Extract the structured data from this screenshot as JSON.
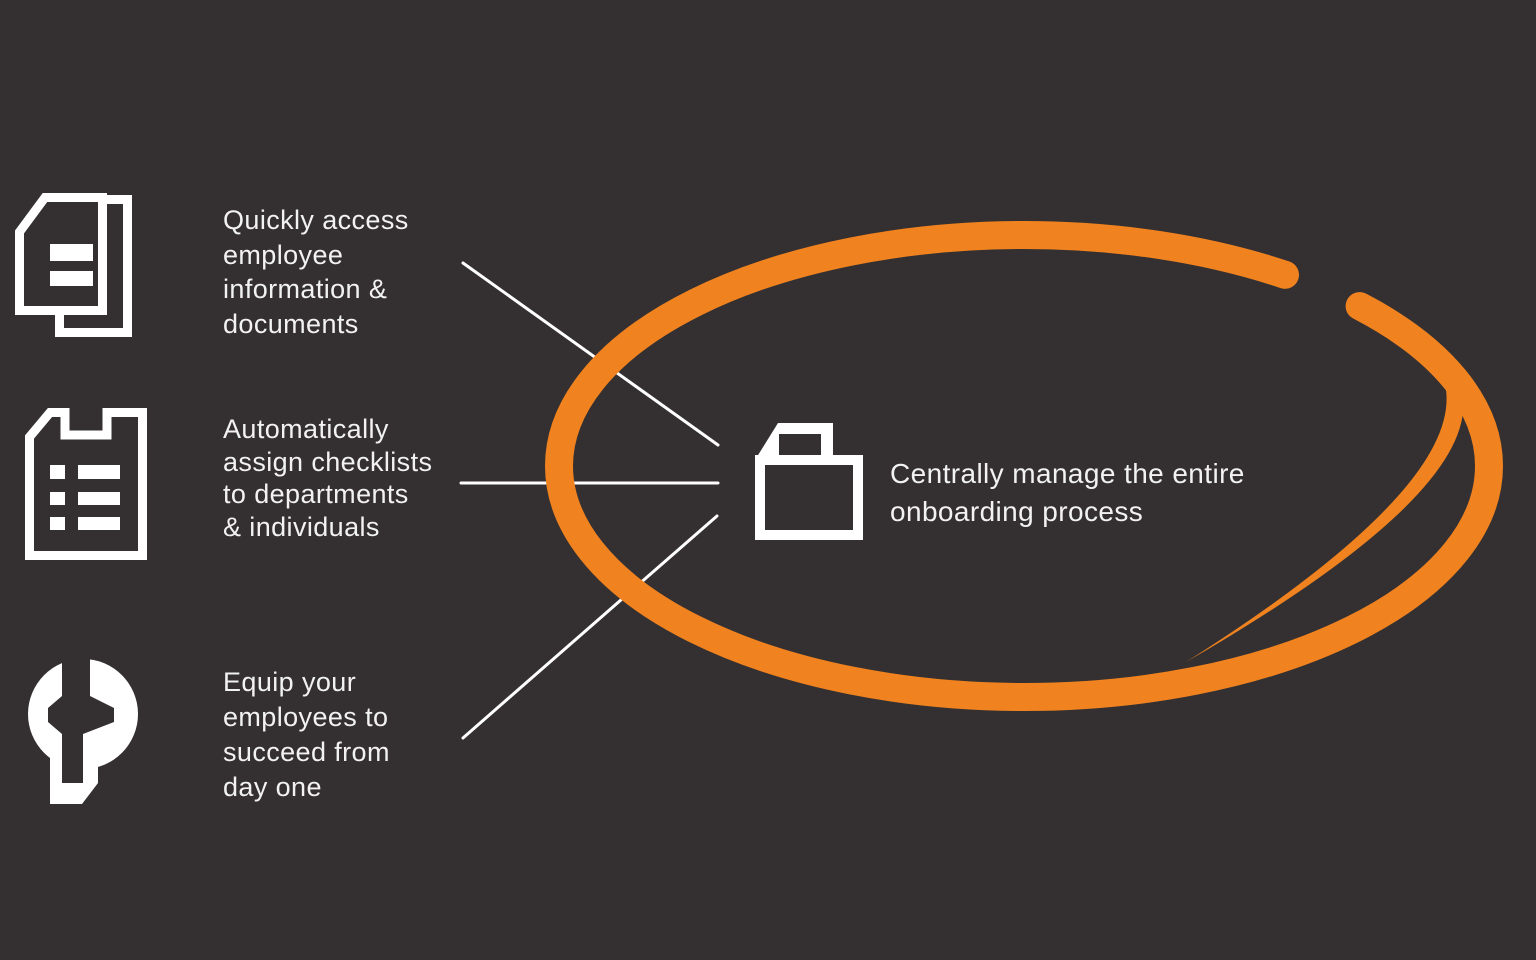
{
  "theme": {
    "background": "#343031",
    "accent": "#F0831F",
    "line": "#FFFFFF",
    "icon": "#FFFFFF",
    "text": "#F2F2F2"
  },
  "features": [
    {
      "icon": "documents-icon",
      "lines": [
        "Quickly access",
        "employee",
        "information &",
        "documents"
      ]
    },
    {
      "icon": "checklist-icon",
      "lines": [
        "Automatically",
        "assign checklists",
        "to departments",
        "& individuals"
      ]
    },
    {
      "icon": "wrench-icon",
      "lines": [
        "Equip your",
        "employees to",
        "succeed from",
        "day one"
      ]
    }
  ],
  "center": {
    "icon": "folder-icon",
    "lines": [
      "Centrally manage the entire",
      "onboarding process"
    ]
  }
}
